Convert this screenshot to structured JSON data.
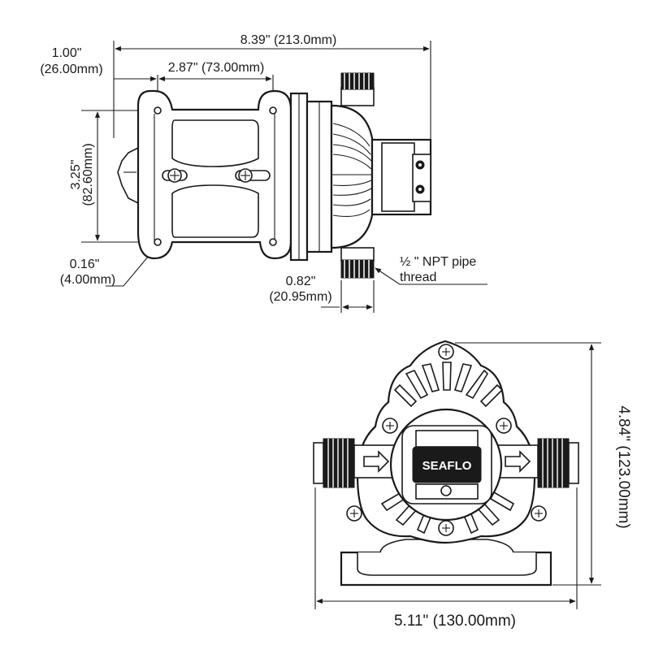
{
  "drawing": {
    "brand_mark": "SEAFLO",
    "colors": {
      "line": "#1a1a1a",
      "background": "#ffffff"
    },
    "side_view": {
      "overall_length": "8.39\" (213.0mm)",
      "offset_inch": "1.00\"",
      "offset_mm": "(26.00mm)",
      "mount_spacing": "2.87\" (73.00mm)",
      "mount_height_inch": "3.25\"",
      "mount_height_mm": "(82.60mm)",
      "hole_dia_inch": "0.16\"",
      "hole_dia_mm": "(4.00mm)",
      "port_length_inch": "0.82\"",
      "port_length_mm": "(20.95mm)",
      "thread_line1": "½ \" NPT pipe",
      "thread_line2": "thread"
    },
    "front_view": {
      "width": "5.11\" (130.00mm)",
      "height": "4.84\" (123.00mm)"
    }
  }
}
